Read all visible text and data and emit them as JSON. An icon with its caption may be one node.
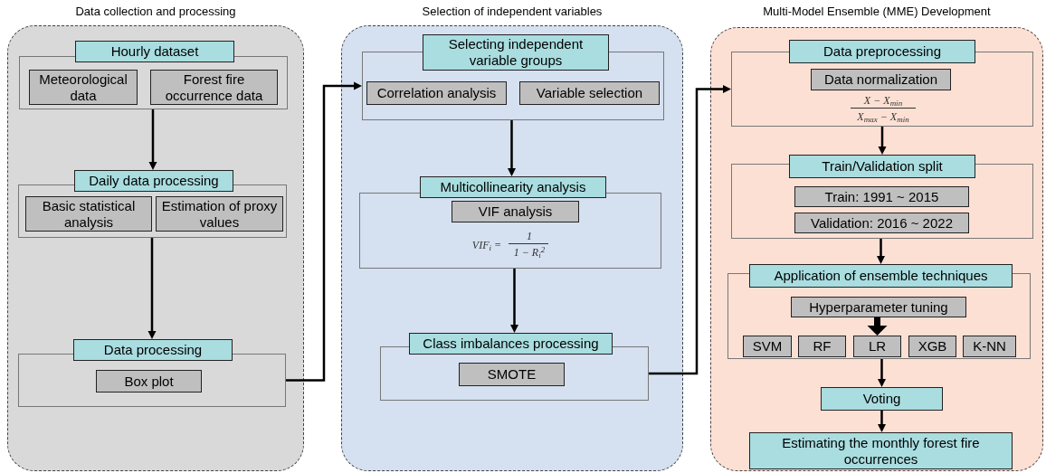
{
  "diagram": {
    "nodes": [
      {
        "text": [
          "Data collection and processing"
        ]
      },
      {
        "text": [
          "Hourly dataset"
        ],
        "in": 0
      },
      {
        "text": [
          "Meteorological data"
        ],
        "in": 1
      },
      {
        "text": [
          "Forest fire occurrence data"
        ],
        "in": 1
      },
      {
        "text": [
          "Daily data processing"
        ],
        "in": 0
      },
      {
        "text": [
          "Basic statistical analysis"
        ],
        "in": 4
      },
      {
        "text": [
          "Estimation of proxy values"
        ],
        "in": 4
      },
      {
        "text": [
          "Data processing"
        ],
        "in": 0
      },
      {
        "text": [
          "Box plot"
        ],
        "in": 7
      },
      {
        "text": [
          "Selection of independent variables"
        ]
      },
      {
        "text": [
          "Selecting independent variable groups"
        ],
        "in": 9
      },
      {
        "text": [
          "Correlation analysis"
        ],
        "in": 10
      },
      {
        "text": [
          "Variable selection"
        ],
        "in": 10
      },
      {
        "text": [
          "Multicollinearity analysis"
        ],
        "in": 9
      },
      {
        "text": [
          "VIF analysis"
        ],
        "in": 13
      },
      {
        "text": [
          "Class imbalances processing"
        ],
        "in": 9
      },
      {
        "text": [
          "SMOTE"
        ],
        "in": 15
      },
      {
        "text": [
          "Multi-Model Ensemble (MME) Development"
        ]
      },
      {
        "text": [
          "Data preprocessing"
        ],
        "in": 17
      },
      {
        "text": [
          "Data normalization"
        ],
        "in": 18
      },
      {
        "text": [
          "Train/Validation split"
        ],
        "in": 17
      },
      {
        "text": [
          "Train: 1991 ~ 2015"
        ],
        "in": 20
      },
      {
        "text": [
          "Validation: 2016 ~ 2022"
        ],
        "in": 20
      },
      {
        "text": [
          "Application of ensemble techniques"
        ],
        "in": 17
      },
      {
        "text": [
          "Hyperparameter tuning"
        ],
        "in": 23
      },
      {
        "text": [
          "SVM"
        ],
        "in": 23
      },
      {
        "text": [
          "RF"
        ],
        "in": 23
      },
      {
        "text": [
          "LR"
        ],
        "in": 23
      },
      {
        "text": [
          "XGB"
        ],
        "in": 23
      },
      {
        "text": [
          "K-NN"
        ],
        "in": 23
      },
      {
        "text": [
          "Voting"
        ],
        "in": 17
      },
      {
        "text": [
          "Estimating the monthly forest fire occurrences"
        ],
        "in": 17
      }
    ],
    "edges": [
      {
        "from": 1,
        "to": 4,
        "arrow": "to"
      },
      {
        "from": 4,
        "to": 7,
        "arrow": "to"
      },
      {
        "from": 7,
        "to": 10,
        "arrow": "to"
      },
      {
        "from": 10,
        "to": 13,
        "arrow": "to"
      },
      {
        "from": 13,
        "to": 15,
        "arrow": "to"
      },
      {
        "from": 15,
        "to": 18,
        "arrow": "to"
      },
      {
        "from": 18,
        "to": 20,
        "arrow": "to"
      },
      {
        "from": 20,
        "to": 23,
        "arrow": "to"
      },
      {
        "from": 24,
        "to": 27,
        "arrow": "to",
        "style": "thick"
      },
      {
        "from": 23,
        "to": 30,
        "arrow": "to"
      },
      {
        "from": 30,
        "to": 31,
        "arrow": "to"
      }
    ],
    "labels": [
      "VIF$_{i}$ =",
      "1",
      "1 − R$_{i}$$^{2}$",
      "X − X$_{min}$",
      "X$_{max}$ − X$_{min}$"
    ]
  }
}
